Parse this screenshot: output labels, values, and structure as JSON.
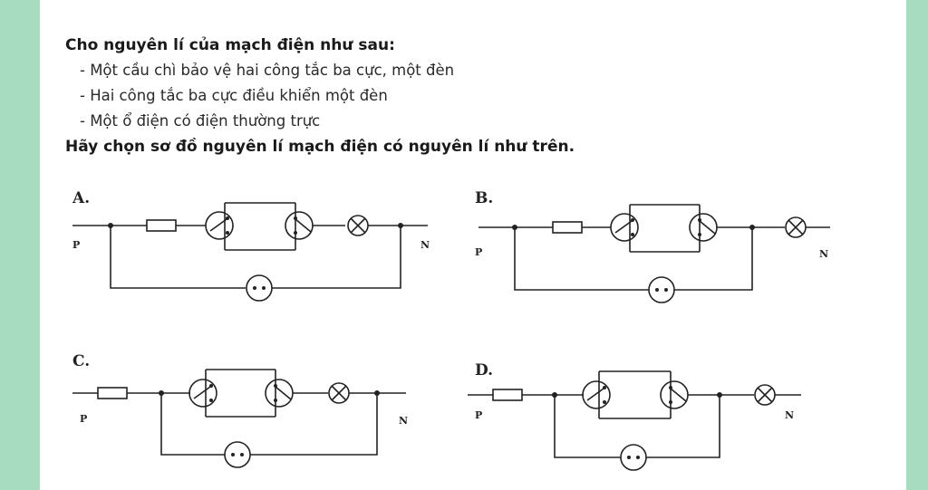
{
  "question": {
    "title": "Cho nguyên lí của mạch điện như sau:",
    "items": [
      "- Một cầu chì bảo vệ hai công tắc ba cực, một đèn",
      "- Hai công tắc ba cực điều khiển một đèn",
      "- Một ổ điện có điện thường trực"
    ],
    "prompt": "Hãy chọn sơ đồ nguyên lí mạch điện có nguyên lí như trên."
  },
  "options": [
    {
      "label": "A.",
      "phase": "P",
      "neutral": "N"
    },
    {
      "label": "B.",
      "phase": "P",
      "neutral": "N"
    },
    {
      "label": "C.",
      "phase": "P",
      "neutral": "N"
    },
    {
      "label": "D.",
      "phase": "P",
      "neutral": "N"
    }
  ],
  "colors": {
    "background": "#a8dcc1",
    "page": "#ffffff",
    "ink": "#222222"
  }
}
